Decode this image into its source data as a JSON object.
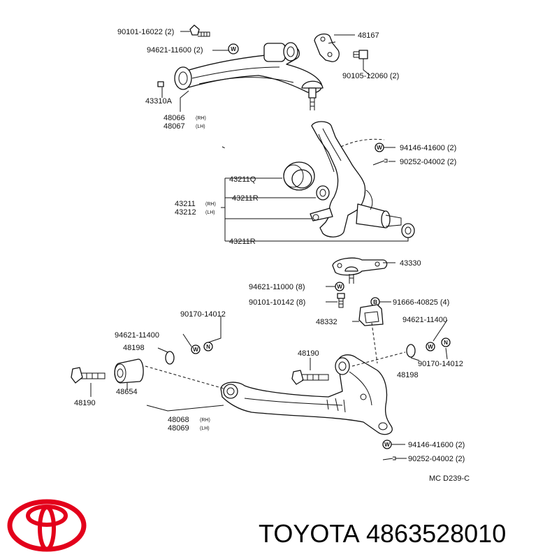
{
  "diagram": {
    "labels": {
      "p90101_16022": "90101-16022 (2)",
      "p94621_11600": "94621-11600 (2)",
      "p48167": "48167",
      "p90105_12060": "90105-12060 (2)",
      "p43310A": "43310A",
      "p48066": "48066",
      "p48066_side": "(RH)",
      "p48067": "48067",
      "p48067_side": "(LH)",
      "p94146_41600_top": "94146-41600 (2)",
      "p90252_04002_top": "90252-04002 (2)",
      "p43211Q": "43211Q",
      "p43211R_a": "43211R",
      "p43211": "43211",
      "p43211_side": "(RH)",
      "p43212": "43212",
      "p43212_side": "(LH)",
      "p43211R_b": "43211R",
      "p43330": "43330",
      "p94621_11000": "94621-11000 (8)",
      "p90101_10142": "90101-10142 (8)",
      "p91666_40825": "91666-40825 (4)",
      "p48332": "48332",
      "p90170_14012_left": "90170-14012",
      "p94621_11400_left": "94621-11400",
      "p48198_left": "48198",
      "p48190_mid": "48190",
      "p94621_11400_right": "94621-11400",
      "p90170_14012_right": "90170-14012",
      "p48198_right": "48198",
      "p48190_left": "48190",
      "p48654": "48654",
      "p48068": "48068",
      "p48068_side": "(RH)",
      "p48069": "48069",
      "p48069_side": "(LH)",
      "p94146_41600_bot": "94146-41600 (2)",
      "p90252_04002_bot": "90252-04002 (2)",
      "drawing_code": "MC D239-C"
    },
    "marks": {
      "washer": "W",
      "nut": "N",
      "bolt": "B"
    }
  },
  "brand": {
    "name": "TOYOTA",
    "part_number": "4863528010",
    "logo_color": "#e3001b"
  }
}
